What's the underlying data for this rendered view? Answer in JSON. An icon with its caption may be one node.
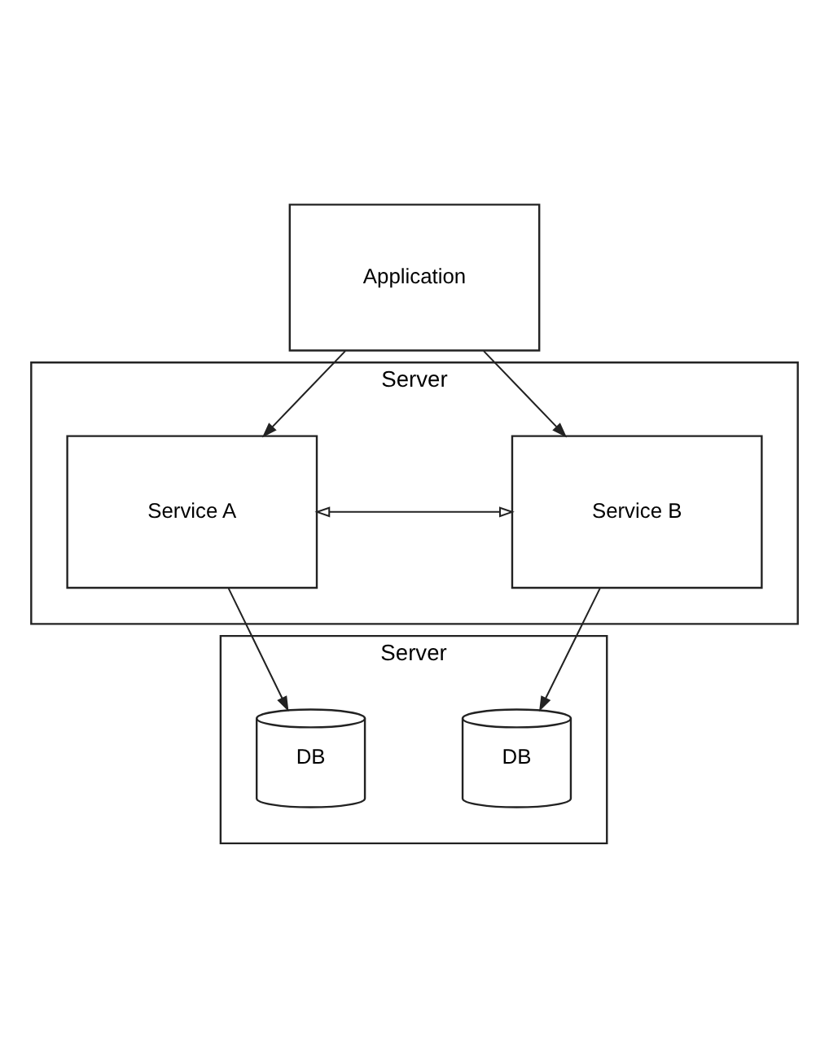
{
  "diagram": {
    "nodes": [
      {
        "text": [
          "Application"
        ]
      },
      {
        "text": [
          "Server"
        ]
      },
      {
        "text": [
          "Service A"
        ],
        "in": 1
      },
      {
        "text": [
          "Service B"
        ],
        "in": 1
      },
      {
        "text": [
          "Server"
        ]
      },
      {
        "text": [
          "DB"
        ],
        "in": 4
      },
      {
        "text": [
          "DB"
        ],
        "in": 4
      }
    ],
    "edges": [
      {
        "from": 0,
        "to": 2,
        "arrow": "to"
      },
      {
        "from": 0,
        "to": 3,
        "arrow": "to"
      },
      {
        "from": 2,
        "to": 3,
        "arrow": "both"
      },
      {
        "from": 2,
        "to": 5,
        "arrow": "to"
      },
      {
        "from": 3,
        "to": 6,
        "arrow": "to"
      }
    ]
  }
}
